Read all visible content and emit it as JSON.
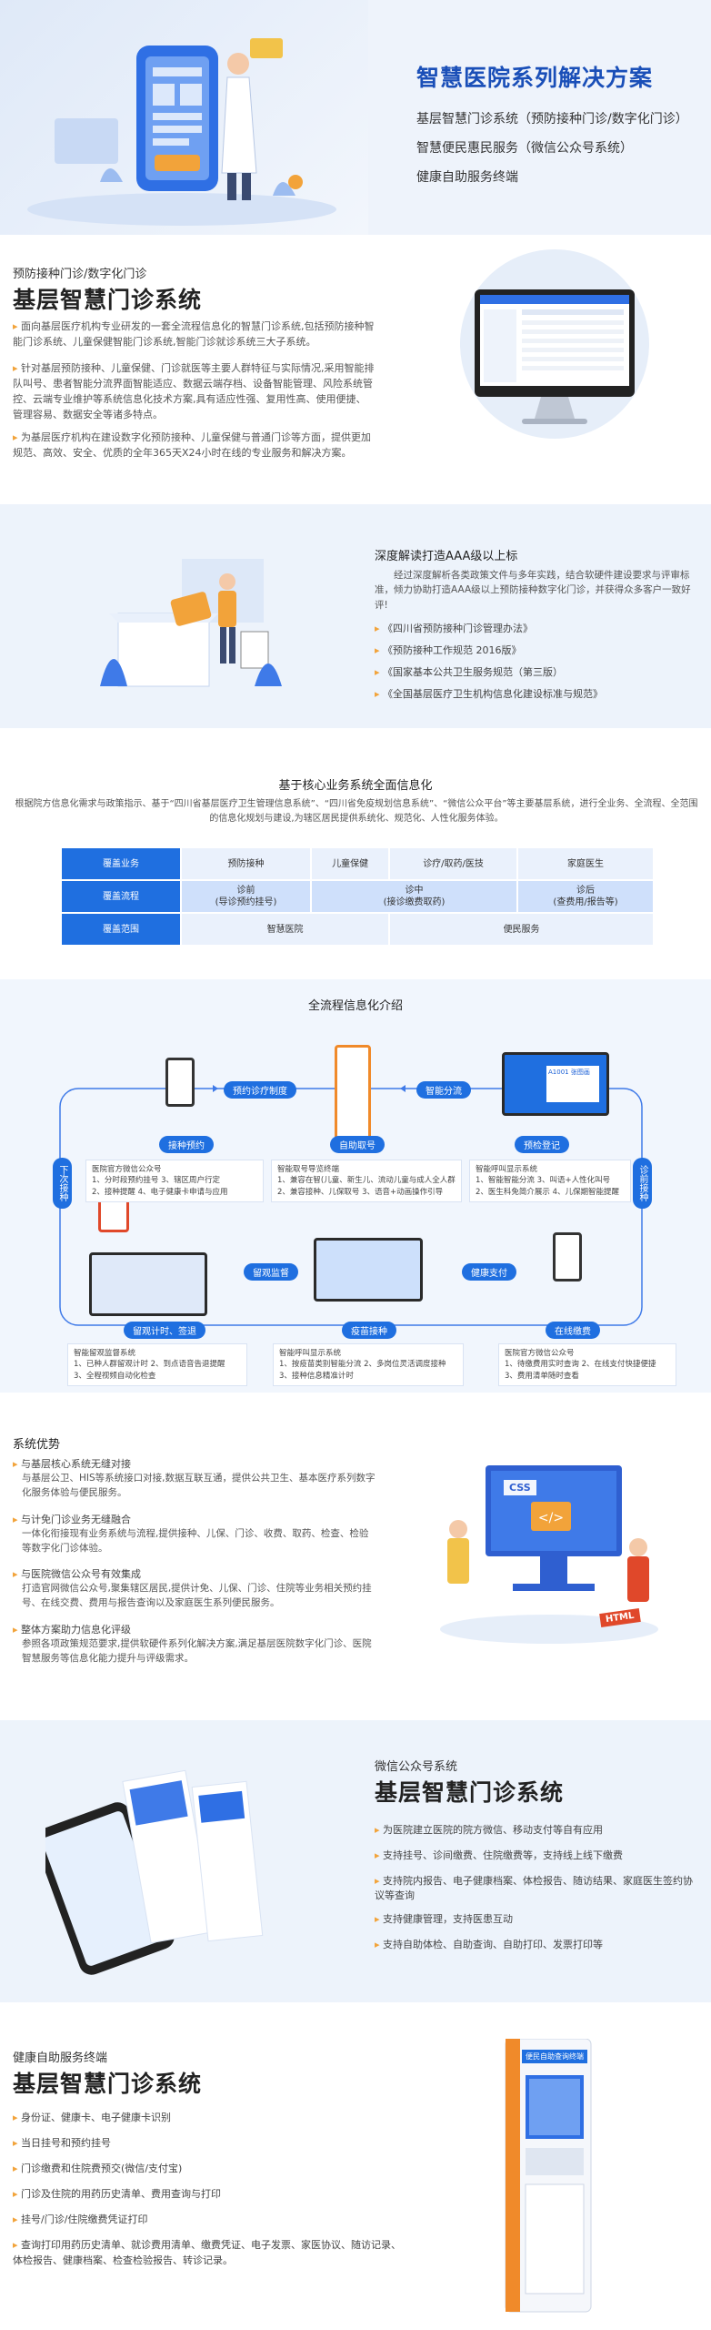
{
  "hero": {
    "title": "智慧医院系列解决方案",
    "items": [
      "基层智慧门诊系统（预防接种门诊/数字化门诊）",
      "智慧便民惠民服务（微信公众号系统）",
      "健康自助服务终端"
    ]
  },
  "s2": {
    "subtitle": "预防接种门诊/数字化门诊",
    "title": "基层智慧门诊系统",
    "paras": [
      "面向基层医疗机构专业研发的一套全流程信息化的智慧门诊系统,包括预防接种智能门诊系统、儿童保健智能门诊系统,智能门诊就诊系统三大子系统。",
      "针对基层预防接种、儿童保健、门诊就医等主要人群特征与实际情况,采用智能排队叫号、患者智能分流界面智能适应、数据云端存档、设备智能管理、风险系统管控、云端专业维护等系统信息化技术方案,具有适应性强、复用性高、使用便捷、管理容易、数据安全等诸多特点。",
      "为基层医疗机构在建设数字化预防接种、儿童保健与普通门诊等方面，提供更加规范、高效、安全、优质的全年365天X24小时在线的专业服务和解决方案。"
    ]
  },
  "s3": {
    "title": "深度解读打造AAA级以上标",
    "intro": "经过深度解析各类政策文件与多年实践，结合软硬件建设要求与评审标准，倾力协助打造AAA级以上预防接种数字化门诊，并获得众多客户一致好评!",
    "docs": [
      "《四川省预防接种门诊管理办法》",
      "《预防接种工作规范 2016版》",
      "《国家基本公共卫生服务规范（第三版）",
      "《全国基层医疗卫生机构信息化建设标准与规范》"
    ]
  },
  "s4": {
    "title": "基于核心业务系统全面信息化",
    "desc": "根据院方信息化需求与政策指示、基于“四川省基层医疗卫生管理信息系统”、“四川省免疫规划信息系统”、“微信公众平台”等主要基层系统，进行全业务、全流程、全范围的信息化规划与建设,为辖区居民提供系统化、规范化、人性化服务体验。",
    "rows": [
      {
        "head": "覆盖业务",
        "cells": [
          "预防接种",
          "儿童保健",
          "诊疗/取药/医技",
          "家庭医生"
        ]
      },
      {
        "head": "覆盖流程",
        "cells": [
          "诊前\n(导诊预约挂号)",
          "诊中\n(接诊缴费取药)",
          "诊后\n(查费用/报告等)"
        ]
      },
      {
        "head": "覆盖范围",
        "cells": [
          "智慧医院",
          "便民服务"
        ]
      }
    ]
  },
  "s5": {
    "title": "全流程信息化介绍",
    "pills": [
      "预约诊疗制度",
      "智能分流",
      "接种预约",
      "自助取号",
      "预检登记",
      "留观计时、签退",
      "留观监督",
      "疫苗接种",
      "健康支付",
      "在线缴费",
      "下次接种",
      "诊前接种"
    ],
    "card1": [
      "医院官方微信公众号",
      "1、分时段预约挂号  3、辖区周户行定",
      "2、接种提醒  4、电子健康卡申请与应用"
    ],
    "card2": [
      "智能取号导览终端",
      "1、兼容在智(儿童、新生儿、流动儿童与成人全人群",
      "2、兼容接种、儿保取号  3、语音+动画操作引导"
    ],
    "card3": [
      "智能呼叫显示系统",
      "1、智能智能分流  3、叫语+人性化叫号",
      "2、医生科免简介展示 4、儿保期智能提醒"
    ],
    "card4": [
      "智能留观监督系统",
      "1、已种人群留观计时  2、到点语音告退提醒",
      "3、全程视频自动化检查"
    ],
    "card5": [
      "智能呼叫显示系统",
      "1、按疫苗类别智能分流  2、多岗位灵活调度接种",
      "3、接种信息精准计时"
    ],
    "card6": [
      "医院官方微信公众号",
      "1、待缴费用实时查询  2、在线支付快捷便捷",
      "3、费用清单随时查看"
    ],
    "kiosk_screen": "A1001 张图画"
  },
  "s6": {
    "title": "系统优势",
    "points": [
      {
        "h": "与基层核心系统无缝对接",
        "t": "与基层公卫、HIS等系统接口对接,数据互联互通，提供公共卫生、基本医疗系列数字化服务体验与便民服务。"
      },
      {
        "h": "与计免门诊业务无缝融合",
        "t": "一体化衔接现有业务系统与流程,提供接种、儿保、门诊、收费、取药、检查、检验等数字化门诊体验。"
      },
      {
        "h": "与医院微信公众号有效集成",
        "t": "打造官网微信公众号,聚集辖区居民,提供计免、儿保、门诊、住院等业务相关预约挂号、在线交费、费用与报告查询以及家庭医生系列便民服务。"
      },
      {
        "h": "整体方案助力信息化评级",
        "t": "参照各项政策规范要求,提供软硬件系列化解决方案,满足基层医院数字化门诊、医院智慧服务等信息化能力提升与评级需求。"
      }
    ],
    "labels": [
      "CSS",
      "HTML"
    ]
  },
  "s7": {
    "subtitle": "微信公众号系统",
    "title": "基层智慧门诊系统",
    "feats": [
      "为医院建立医院的院方微信、移动支付等自有应用",
      "支持挂号、诊间缴费、住院缴费等，支持线上线下缴费",
      "支持院内报告、电子健康档案、体检报告、随访结果、家庭医生签约协议等查询",
      "支持健康管理，支持医患互动",
      "支持自助体检、自助查询、自助打印、发票打印等"
    ]
  },
  "s8": {
    "subtitle": "健康自助服务终端",
    "title": "基层智慧门诊系统",
    "feats": [
      "身份证、健康卡、电子健康卡识别",
      "当日挂号和预约挂号",
      "门诊缴费和住院费预交(微信/支付宝)",
      "门诊及住院的用药历史清单、费用查询与打印",
      "挂号/门诊/住院缴费凭证打印",
      "查询打印用药历史清单、就诊费用清单、缴费凭证、电子发票、家医协议、随访记录、体检报告、健康档案、检查检验报告、转诊记录。"
    ],
    "kiosk_label": "便民自助查询终端"
  }
}
